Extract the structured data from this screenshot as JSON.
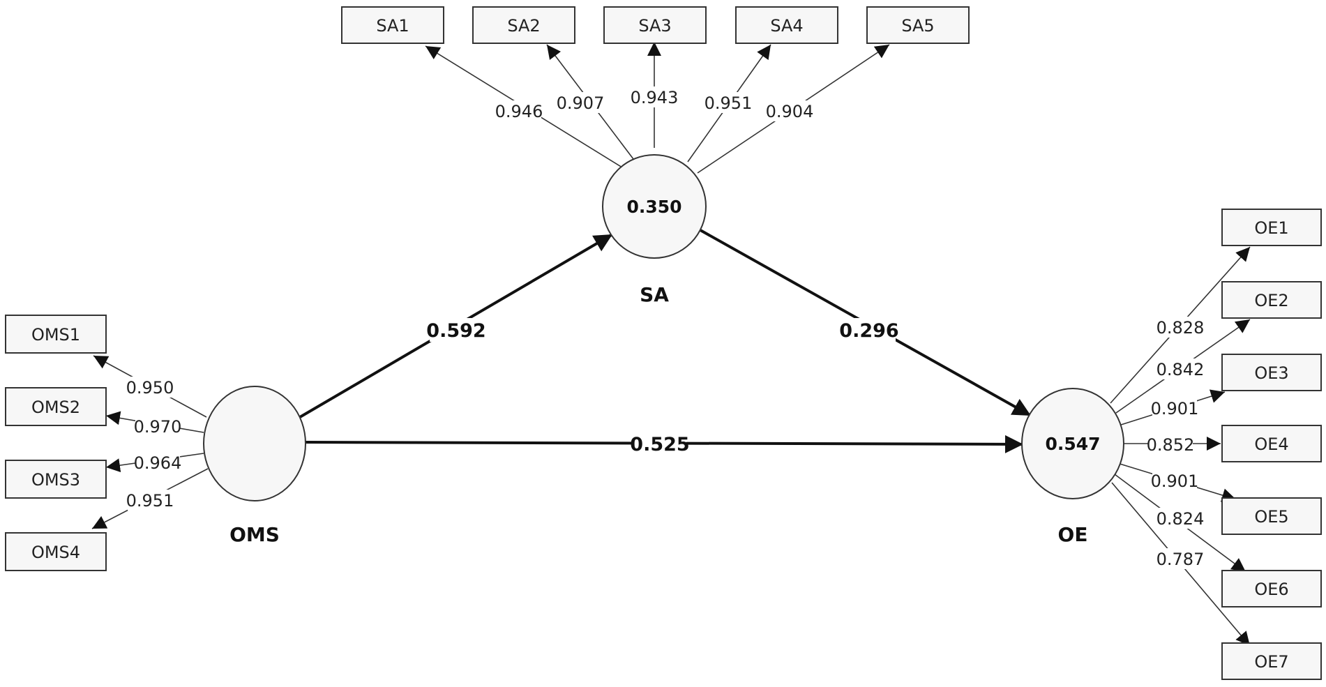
{
  "constructs": {
    "SA": {
      "name": "SA",
      "r2": "0.350"
    },
    "OMS": {
      "name": "OMS",
      "r2": ""
    },
    "OE": {
      "name": "OE",
      "r2": "0.547"
    }
  },
  "indicators": {
    "SA": [
      {
        "name": "SA1",
        "loading": "0.946"
      },
      {
        "name": "SA2",
        "loading": "0.907"
      },
      {
        "name": "SA3",
        "loading": "0.943"
      },
      {
        "name": "SA4",
        "loading": "0.951"
      },
      {
        "name": "SA5",
        "loading": "0.904"
      }
    ],
    "OMS": [
      {
        "name": "OMS1",
        "loading": "0.950"
      },
      {
        "name": "OMS2",
        "loading": "0.970"
      },
      {
        "name": "OMS3",
        "loading": "0.964"
      },
      {
        "name": "OMS4",
        "loading": "0.951"
      }
    ],
    "OE": [
      {
        "name": "OE1",
        "loading": "0.828"
      },
      {
        "name": "OE2",
        "loading": "0.842"
      },
      {
        "name": "OE3",
        "loading": "0.901"
      },
      {
        "name": "OE4",
        "loading": "0.852"
      },
      {
        "name": "OE5",
        "loading": "0.901"
      },
      {
        "name": "OE6",
        "loading": "0.824"
      },
      {
        "name": "OE7",
        "loading": "0.787"
      }
    ]
  },
  "paths": {
    "OMS_SA": "0.592",
    "SA_OE": "0.296",
    "OMS_OE": "0.525"
  }
}
